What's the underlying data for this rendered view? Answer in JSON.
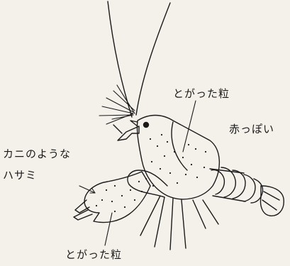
{
  "diagram": {
    "labels": {
      "spiky_grains_top": "とがった粒",
      "reddish": "赤っぽい",
      "crab_like_line1": "カニのような",
      "crab_like_line2": "ハサミ",
      "spiky_grains_bottom": "とがった粒"
    },
    "colors": {
      "ink": "#1a1a1a",
      "paper": "#f4f1ea"
    }
  }
}
